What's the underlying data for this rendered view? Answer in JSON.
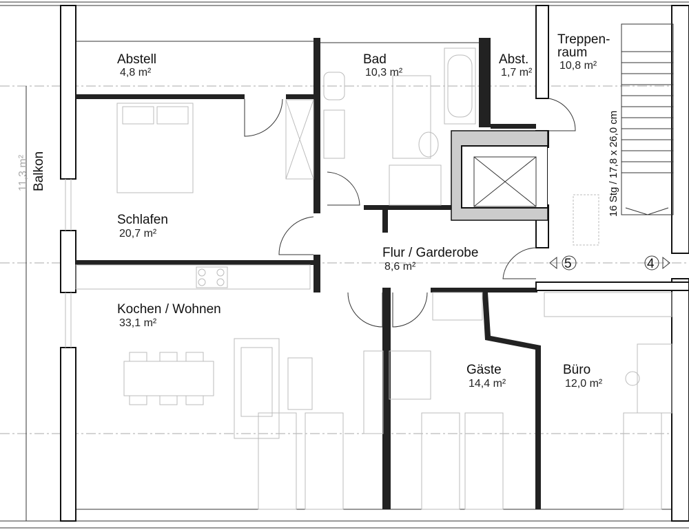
{
  "plan": {
    "rooms": [
      {
        "name": "Abstell",
        "area": "4,8 m²"
      },
      {
        "name": "Bad",
        "area": "10,3 m²"
      },
      {
        "name": "Abst.",
        "area": "1,7 m²"
      },
      {
        "name": "Treppen-",
        "name2": "raum",
        "area": "10,8 m²"
      },
      {
        "name": "Schlafen",
        "area": "20,7 m²"
      },
      {
        "name": "Flur / Garderobe",
        "area": "8,6 m²"
      },
      {
        "name": "Kochen / Wohnen",
        "area": "33,1 m²"
      },
      {
        "name": "Gäste",
        "area": "14,4 m²"
      },
      {
        "name": "Büro",
        "area": "12,0 m²"
      },
      {
        "name": "Balkon",
        "area": "11,3 m²"
      }
    ],
    "stairs_label": "16 Stg / 17,8 x 26,0 cm",
    "axis_markers": [
      "5",
      "4"
    ]
  }
}
